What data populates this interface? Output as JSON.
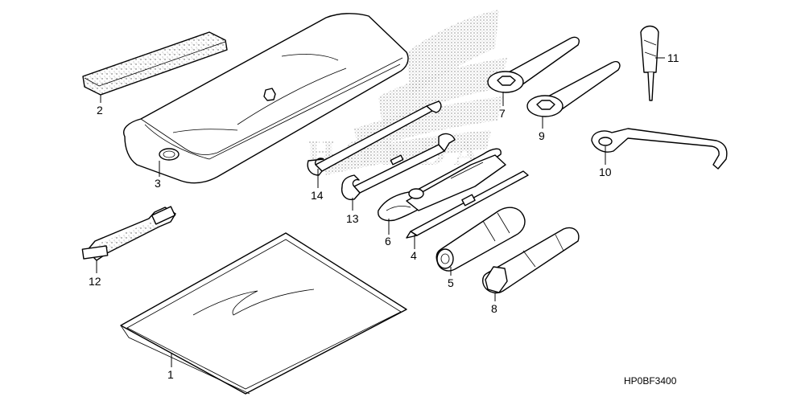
{
  "diagram": {
    "drawing_code": "HP0BF3400",
    "callouts": [
      {
        "id": "1",
        "label": "1"
      },
      {
        "id": "2",
        "label": "2"
      },
      {
        "id": "3",
        "label": "3"
      },
      {
        "id": "4",
        "label": "4"
      },
      {
        "id": "5",
        "label": "5"
      },
      {
        "id": "6",
        "label": "6"
      },
      {
        "id": "7",
        "label": "7"
      },
      {
        "id": "8",
        "label": "8"
      },
      {
        "id": "9",
        "label": "9"
      },
      {
        "id": "10",
        "label": "10"
      },
      {
        "id": "11",
        "label": "11"
      },
      {
        "id": "12",
        "label": "12"
      },
      {
        "id": "13",
        "label": "13"
      },
      {
        "id": "14",
        "label": "14"
      }
    ],
    "watermark": "HONDA",
    "colors": {
      "line": "#000000",
      "watermark": "#b8b8b8",
      "background": "#ffffff"
    }
  }
}
